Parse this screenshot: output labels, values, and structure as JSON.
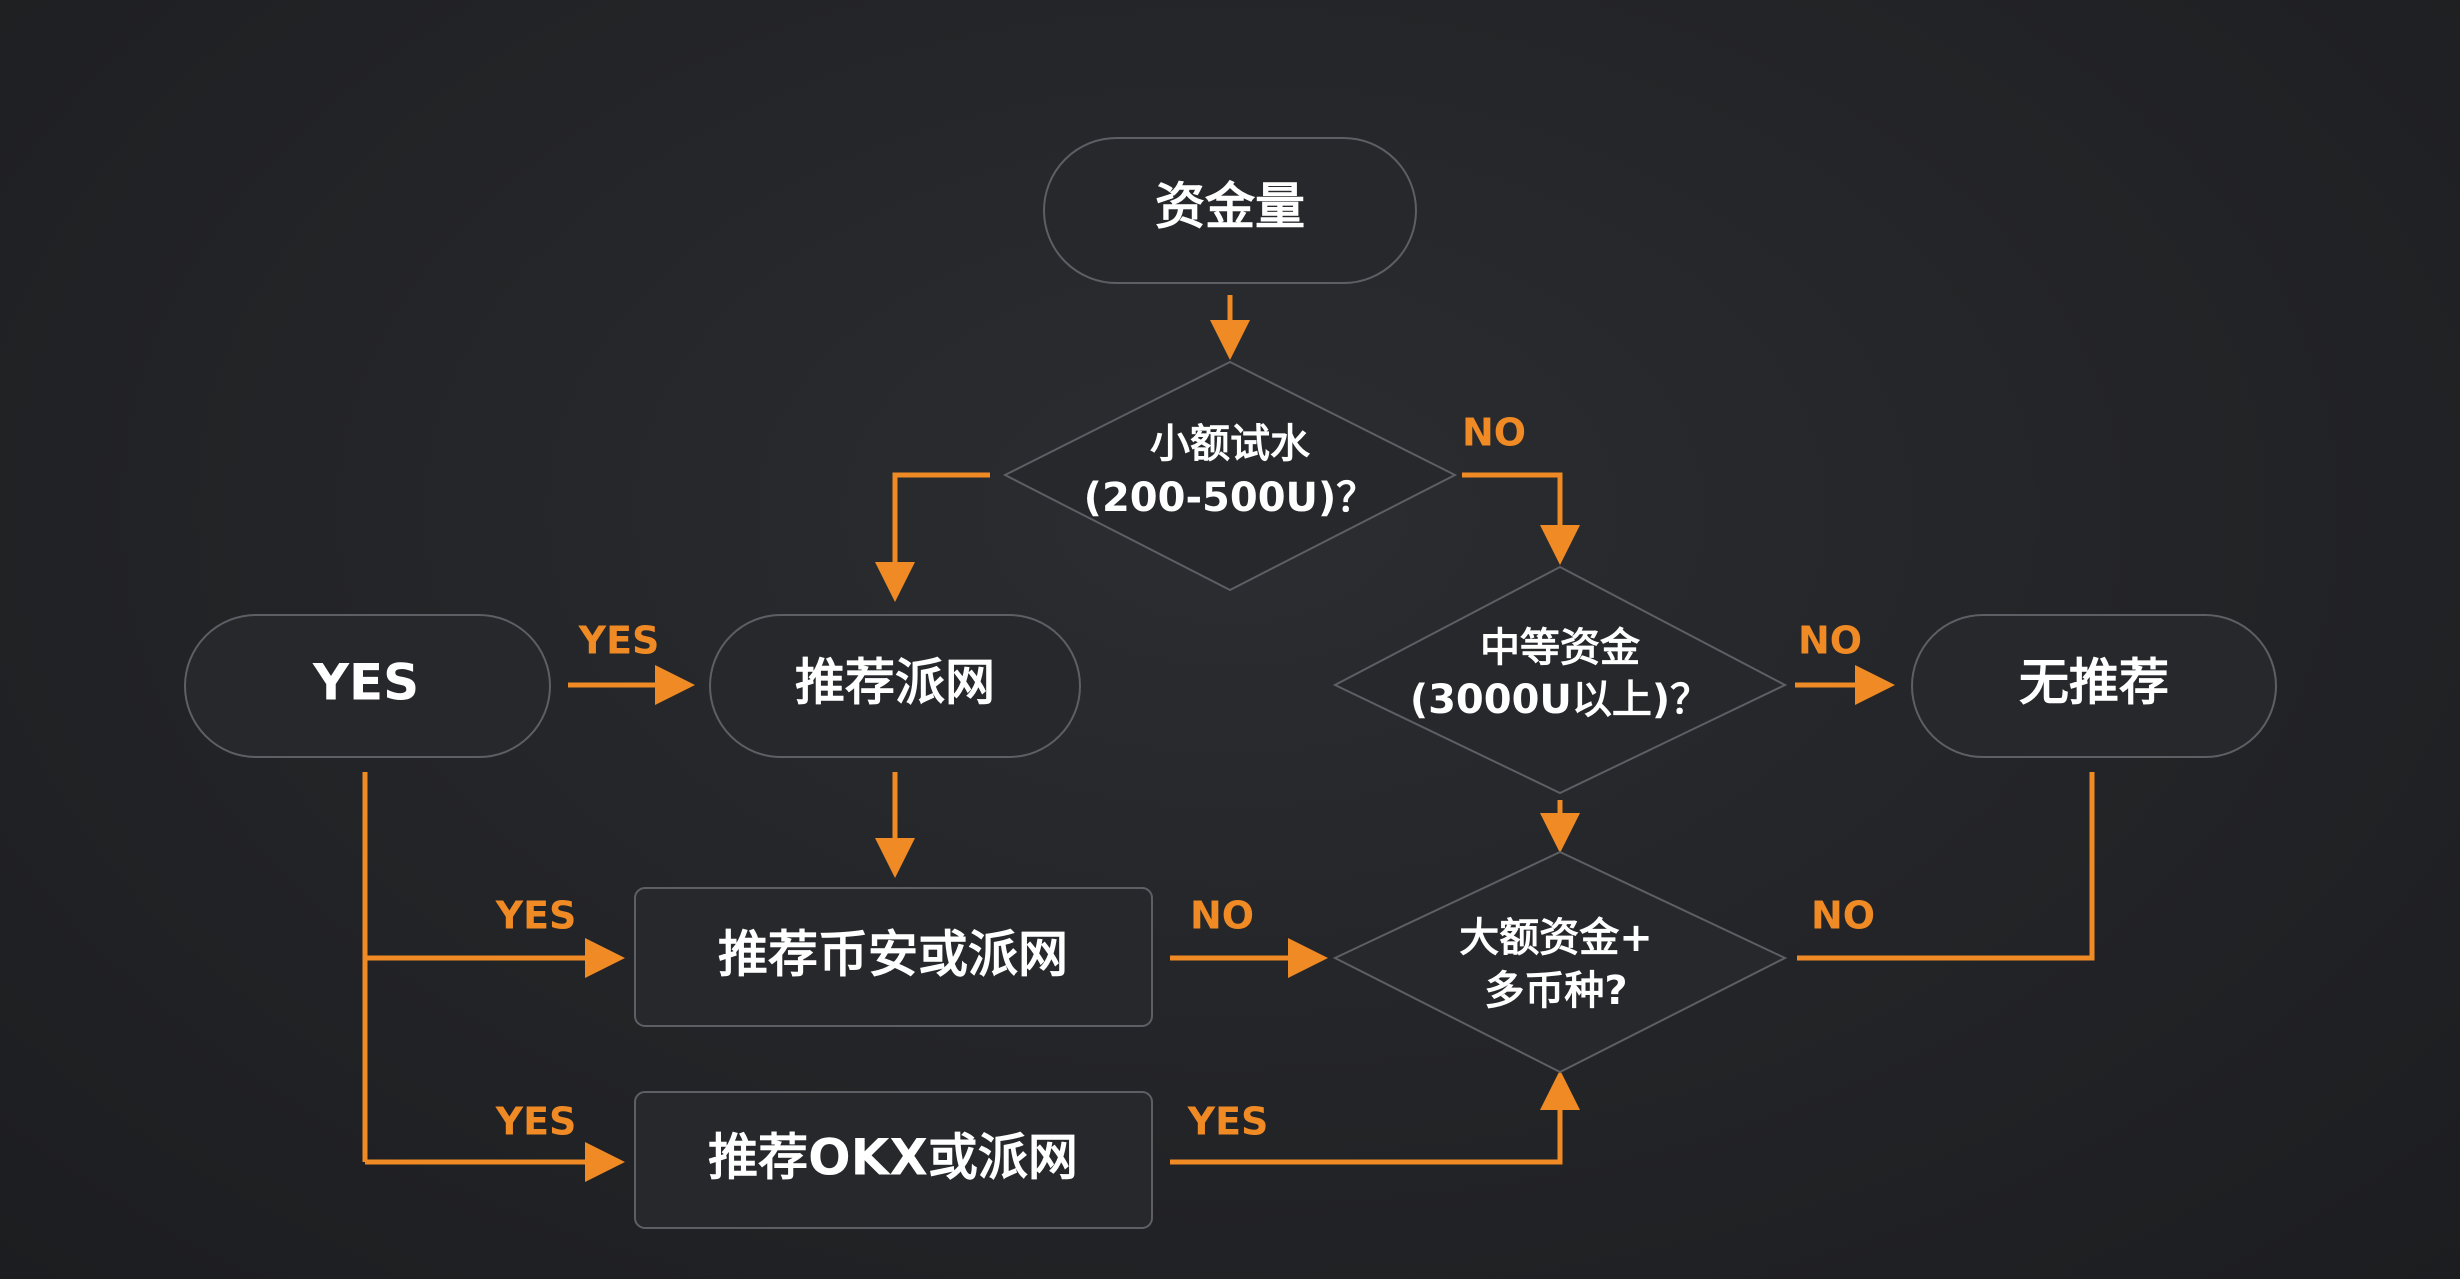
{
  "colors": {
    "background": "#232427",
    "accent": "#f08a24",
    "node_fill": "#27282c",
    "node_stroke": "#5d5f64",
    "text": "#ffffff"
  },
  "nodes": {
    "start": "资金量",
    "small_q": {
      "line1": "小额试水",
      "line2": "(200-500U)？"
    },
    "yes_node": "YES",
    "rec_pi": "推荐派网",
    "medium_q": {
      "line1": "中等资金",
      "line2": "(3000U以上)？"
    },
    "no_rec": "无推荐",
    "rec_binance": "推荐币安或派网",
    "large_q": {
      "line1": "大额资金+",
      "line2": "多币种?"
    },
    "rec_okx": "推荐OKX或派网"
  },
  "edge_labels": {
    "small_to_medium": "NO",
    "yes_to_pi": "YES",
    "medium_to_norec": "NO",
    "yes_to_binance": "YES",
    "binance_to_large": "NO",
    "norec_to_large": "NO",
    "yes_to_okx": "YES",
    "okx_to_large": "YES"
  }
}
